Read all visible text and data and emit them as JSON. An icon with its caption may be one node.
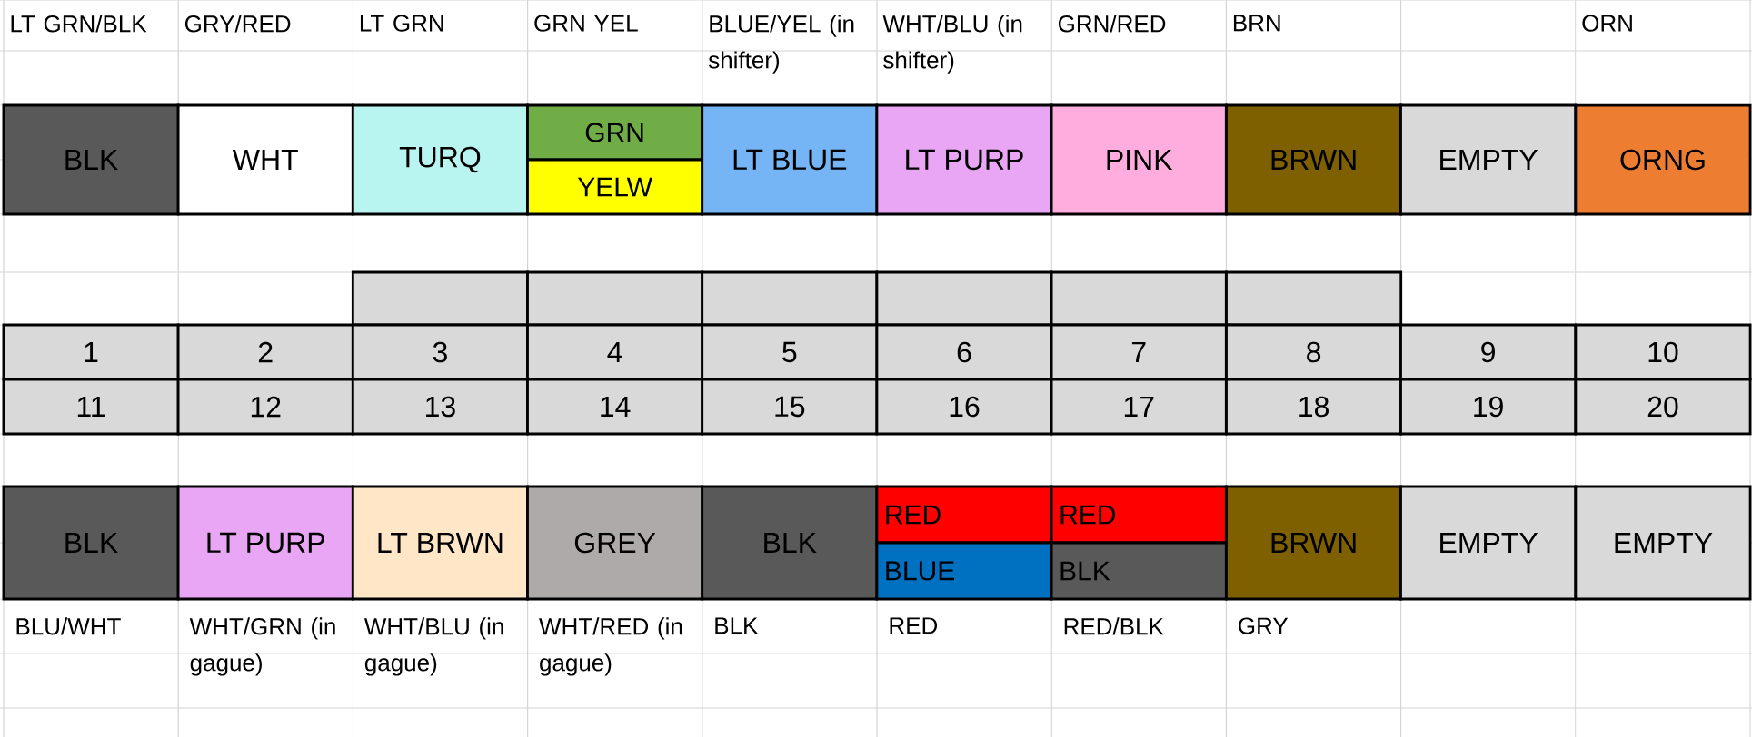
{
  "diagram": {
    "nodes": [
      {
        "text": [
          "BLK"
        ],
        "beside": [
          "LT GRN/BLK"
        ]
      },
      {
        "text": [
          "WHT"
        ],
        "beside": [
          "GRY/RED"
        ]
      },
      {
        "text": [
          "TURQ"
        ],
        "beside": [
          "LT GRN"
        ]
      },
      {
        "text": [
          "GRN"
        ],
        "beside": [
          "GRN YEL"
        ]
      },
      {
        "text": [
          "YELW"
        ]
      },
      {
        "text": [
          "LT BLUE"
        ],
        "beside": [
          "BLUE/YEL (in shifter)"
        ]
      },
      {
        "text": [
          "LT PURP"
        ],
        "beside": [
          "WHT/BLU (in shifter)"
        ]
      },
      {
        "text": [
          "PINK"
        ],
        "beside": [
          "GRN/RED"
        ]
      },
      {
        "text": [
          "BRWN"
        ],
        "beside": [
          "BRN"
        ]
      },
      {
        "text": [
          "EMPTY"
        ]
      },
      {
        "text": [
          "ORNG"
        ],
        "beside": [
          "ORN"
        ]
      },
      {
        "text": [],
        "shape": "box"
      },
      {
        "text": [],
        "shape": "box"
      },
      {
        "text": [],
        "shape": "box"
      },
      {
        "text": [],
        "shape": "box"
      },
      {
        "text": [],
        "shape": "box"
      },
      {
        "text": [],
        "shape": "box"
      },
      {
        "text": [
          "1"
        ]
      },
      {
        "text": [
          "2"
        ]
      },
      {
        "text": [
          "3"
        ]
      },
      {
        "text": [
          "4"
        ]
      },
      {
        "text": [
          "5"
        ]
      },
      {
        "text": [
          "6"
        ]
      },
      {
        "text": [
          "7"
        ]
      },
      {
        "text": [
          "8"
        ]
      },
      {
        "text": [
          "9"
        ]
      },
      {
        "text": [
          "10"
        ]
      },
      {
        "text": [
          "11"
        ]
      },
      {
        "text": [
          "12"
        ]
      },
      {
        "text": [
          "13"
        ]
      },
      {
        "text": [
          "14"
        ]
      },
      {
        "text": [
          "15"
        ]
      },
      {
        "text": [
          "16"
        ]
      },
      {
        "text": [
          "17"
        ]
      },
      {
        "text": [
          "18"
        ]
      },
      {
        "text": [
          "19"
        ]
      },
      {
        "text": [
          "20"
        ]
      },
      {
        "text": [
          "BLK"
        ],
        "beside": [
          "BLU/WHT"
        ]
      },
      {
        "text": [
          "LT PURP"
        ],
        "beside": [
          "WHT/GRN (in gague)"
        ]
      },
      {
        "text": [
          "LT BRWN"
        ],
        "beside": [
          "WHT/BLU (in gague)"
        ]
      },
      {
        "text": [
          "GREY"
        ],
        "beside": [
          "WHT/RED (in gague)"
        ]
      },
      {
        "text": [
          "BLK"
        ],
        "beside": [
          "BLK"
        ]
      },
      {
        "text": [
          "RED"
        ]
      },
      {
        "text": [
          "BLUE"
        ],
        "beside": [
          "RED"
        ]
      },
      {
        "text": [
          "RED"
        ]
      },
      {
        "text": [
          "BLK"
        ],
        "beside": [
          "RED/BLK"
        ]
      },
      {
        "text": [
          "BRWN"
        ],
        "beside": [
          "GRY"
        ]
      },
      {
        "text": [
          "EMPTY"
        ]
      },
      {
        "text": [
          "EMPTY"
        ]
      }
    ]
  }
}
